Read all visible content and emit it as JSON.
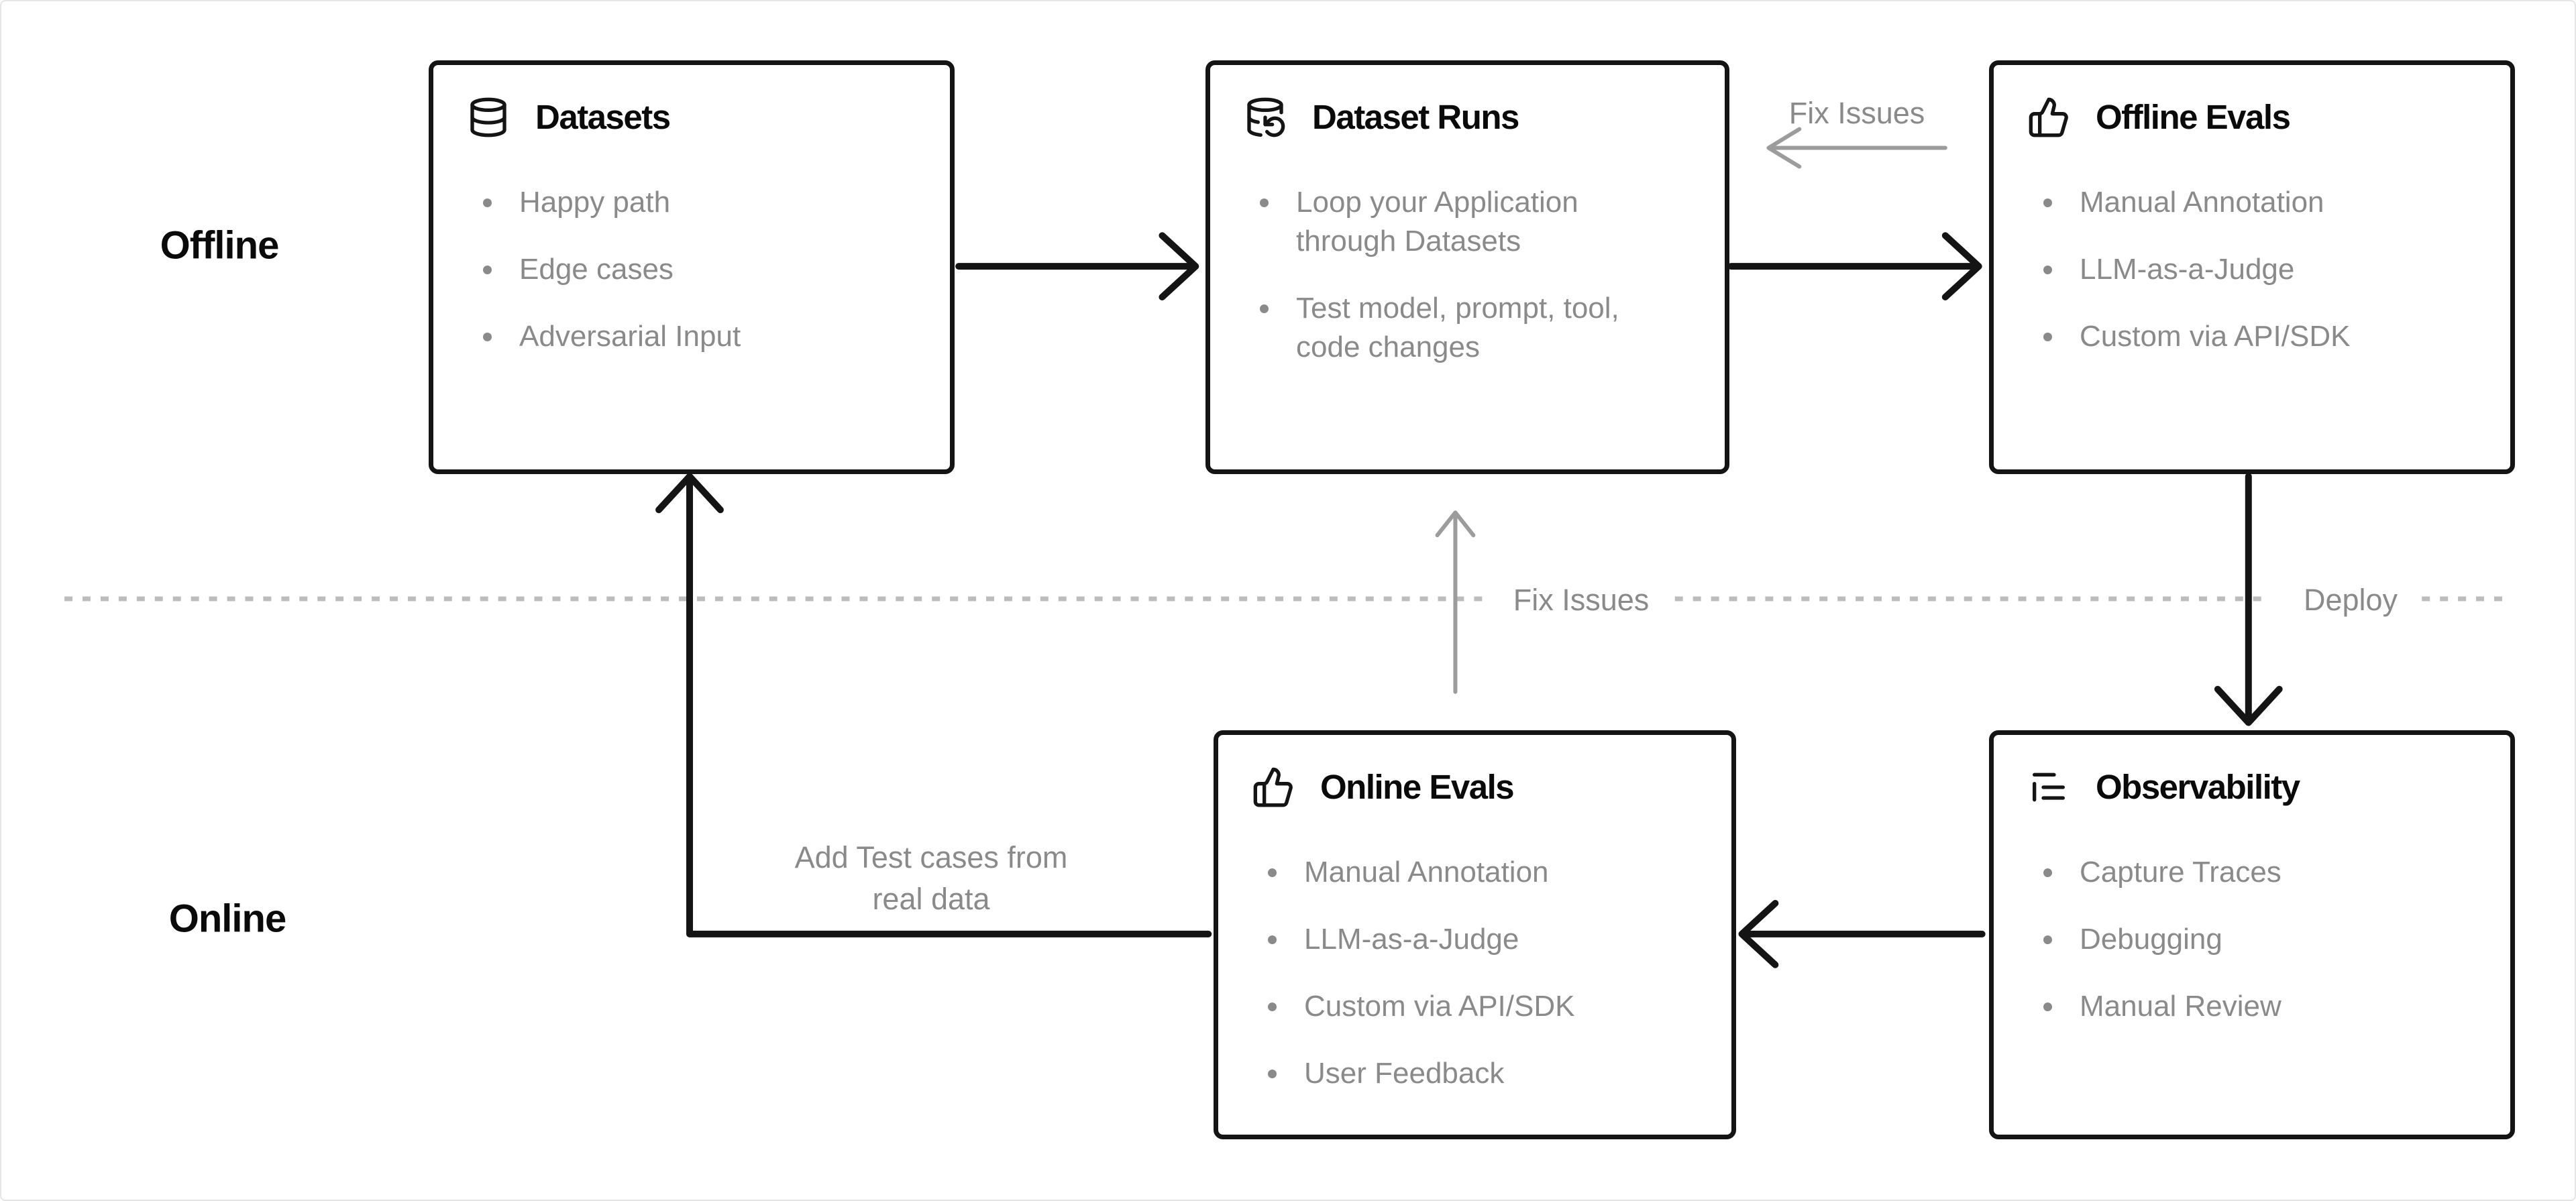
{
  "lanes": {
    "offline": "Offline",
    "online": "Online"
  },
  "annotations": {
    "fix_issues_top": "Fix Issues",
    "fix_issues_mid": "Fix Issues",
    "deploy": "Deploy",
    "add_test_cases": "Add Test cases from real data"
  },
  "boxes": [
    {
      "id": "datasets",
      "icon": "database-icon",
      "title": "Datasets",
      "items": [
        "Happy path",
        "Edge cases",
        "Adversarial Input"
      ]
    },
    {
      "id": "dataset-runs",
      "icon": "database-loop-icon",
      "title": "Dataset Runs",
      "items": [
        "Loop your Application through Datasets",
        "Test model, prompt, tool, code changes"
      ]
    },
    {
      "id": "offline-evals",
      "icon": "thumbs-up-icon",
      "title": "Offline Evals",
      "items": [
        "Manual Annotation",
        "LLM-as-a-Judge",
        "Custom via API/SDK"
      ]
    },
    {
      "id": "online-evals",
      "icon": "thumbs-up-icon",
      "title": "Online Evals",
      "items": [
        "Manual Annotation",
        "LLM-as-a-Judge",
        "Custom via API/SDK",
        "User Feedback"
      ]
    },
    {
      "id": "observability",
      "icon": "logs-icon",
      "title": "Observability",
      "items": [
        "Capture Traces",
        "Debugging",
        "Manual Review"
      ]
    }
  ],
  "colors": {
    "box_border": "#141414",
    "black_arrow": "#141414",
    "gray_arrow": "#9c9c9c",
    "muted_text": "#8a8a8a",
    "dashed_line": "#bcbcbc",
    "canvas_border": "#e5e5e5",
    "background": "#ffffff"
  }
}
